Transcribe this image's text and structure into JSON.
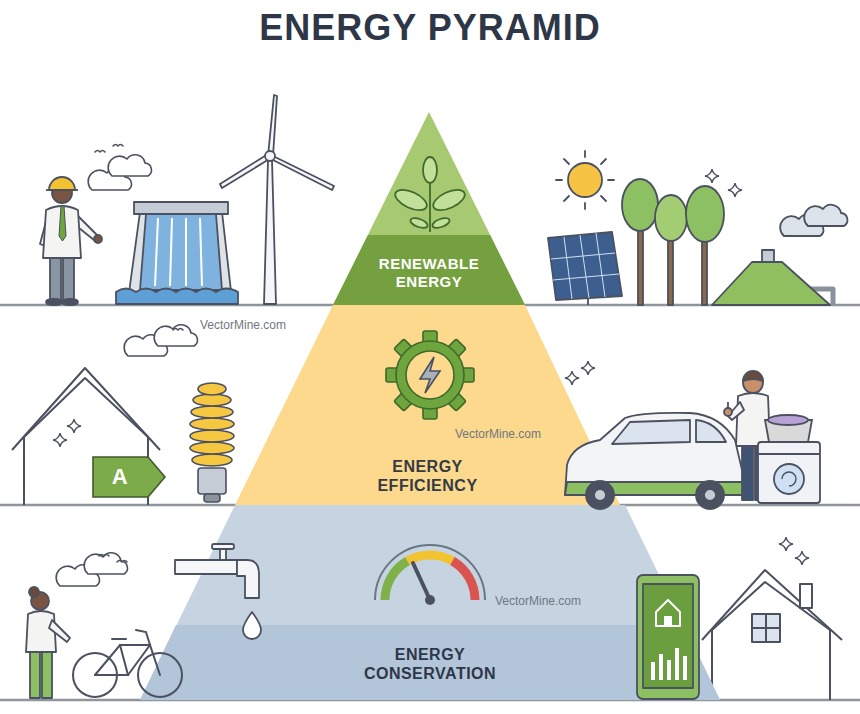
{
  "diagram": {
    "title": "ENERGY PYRAMID",
    "nodes": [
      {
        "text": [
          "RENEWABLE ENERGY"
        ]
      },
      {
        "text": [
          "ENERGY EFFICIENCY"
        ]
      },
      {
        "text": [
          "ENERGY CONSERVATION"
        ]
      },
      {
        "text": [
          "A"
        ]
      }
    ],
    "labels": [
      "VectorMine.com",
      "VectorMine.com",
      "VectorMine.com"
    ]
  }
}
